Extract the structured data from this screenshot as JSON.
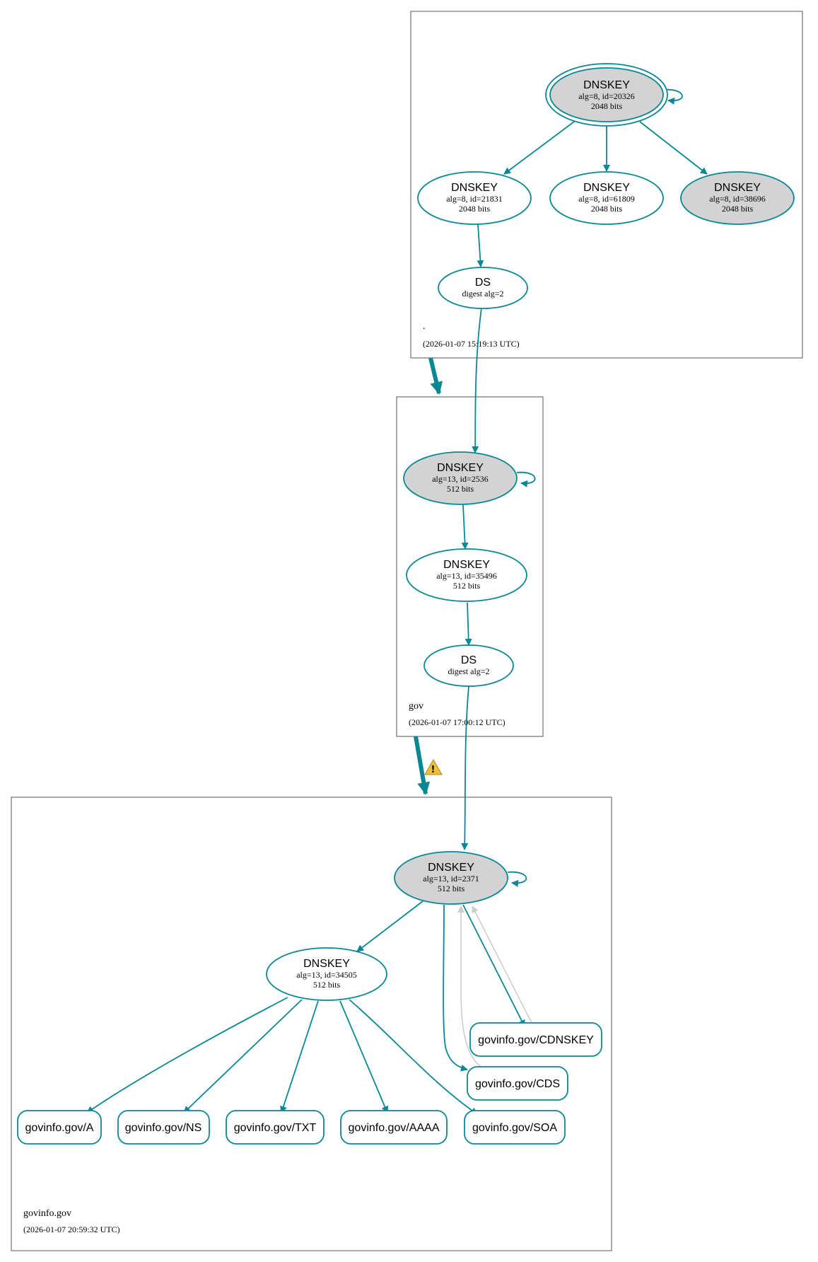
{
  "colors": {
    "edge": "#0a8795",
    "sep_fill": "#d3d3d3",
    "gray_edge": "#cccccc",
    "warning": "#f2c037"
  },
  "zones": {
    "root": {
      "name": ".",
      "timestamp": "(2026-01-07 15:19:13 UTC)"
    },
    "gov": {
      "name": "gov",
      "timestamp": "(2026-01-07 17:00:12 UTC)"
    },
    "govinfo": {
      "name": "govinfo.gov",
      "timestamp": "(2026-01-07 20:59:32 UTC)"
    }
  },
  "nodes": {
    "root_ksk": {
      "title": "DNSKEY",
      "line1": "alg=8, id=20326",
      "line2": "2048 bits"
    },
    "root_zsk1": {
      "title": "DNSKEY",
      "line1": "alg=8, id=21831",
      "line2": "2048 bits"
    },
    "root_zsk2": {
      "title": "DNSKEY",
      "line1": "alg=8, id=61809",
      "line2": "2048 bits"
    },
    "root_key3": {
      "title": "DNSKEY",
      "line1": "alg=8, id=38696",
      "line2": "2048 bits"
    },
    "root_ds": {
      "title": "DS",
      "line1": "digest alg=2"
    },
    "gov_ksk": {
      "title": "DNSKEY",
      "line1": "alg=13, id=2536",
      "line2": "512 bits"
    },
    "gov_zsk": {
      "title": "DNSKEY",
      "line1": "alg=13, id=35496",
      "line2": "512 bits"
    },
    "gov_ds": {
      "title": "DS",
      "line1": "digest alg=2"
    },
    "gi_ksk": {
      "title": "DNSKEY",
      "line1": "alg=13, id=2371",
      "line2": "512 bits"
    },
    "gi_zsk": {
      "title": "DNSKEY",
      "line1": "alg=13, id=34505",
      "line2": "512 bits"
    }
  },
  "records": {
    "a": "govinfo.gov/A",
    "ns": "govinfo.gov/NS",
    "txt": "govinfo.gov/TXT",
    "aaaa": "govinfo.gov/AAAA",
    "soa": "govinfo.gov/SOA",
    "cds": "govinfo.gov/CDS",
    "cdnskey": "govinfo.gov/CDNSKEY"
  },
  "warning_icon": "warning-triangle-icon"
}
